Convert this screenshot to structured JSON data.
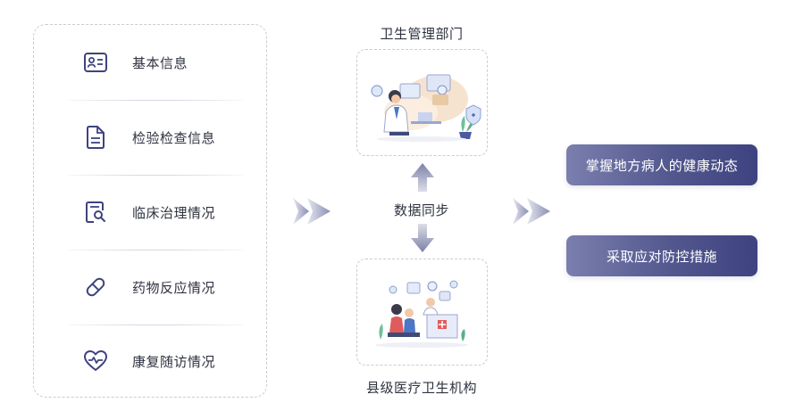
{
  "left_items": [
    {
      "label": "基本信息",
      "icon": "id-card-icon"
    },
    {
      "label": "检验检查信息",
      "icon": "document-icon"
    },
    {
      "label": "临床治理情况",
      "icon": "search-report-icon"
    },
    {
      "label": "药物反应情况",
      "icon": "pill-icon"
    },
    {
      "label": "康复随访情况",
      "icon": "heart-pulse-icon"
    }
  ],
  "center": {
    "top_label": "卫生管理部门",
    "sync_label": "数据同步",
    "bottom_label": "县级医疗卫生机构"
  },
  "results": [
    {
      "label": "掌握地方病人的健康动态"
    },
    {
      "label": "采取应对防控措施"
    }
  ],
  "colors": {
    "icon": "#3e4380",
    "accent_dark": "#3e4380",
    "accent_light": "#7b7fae",
    "border": "#c9ccd6"
  }
}
